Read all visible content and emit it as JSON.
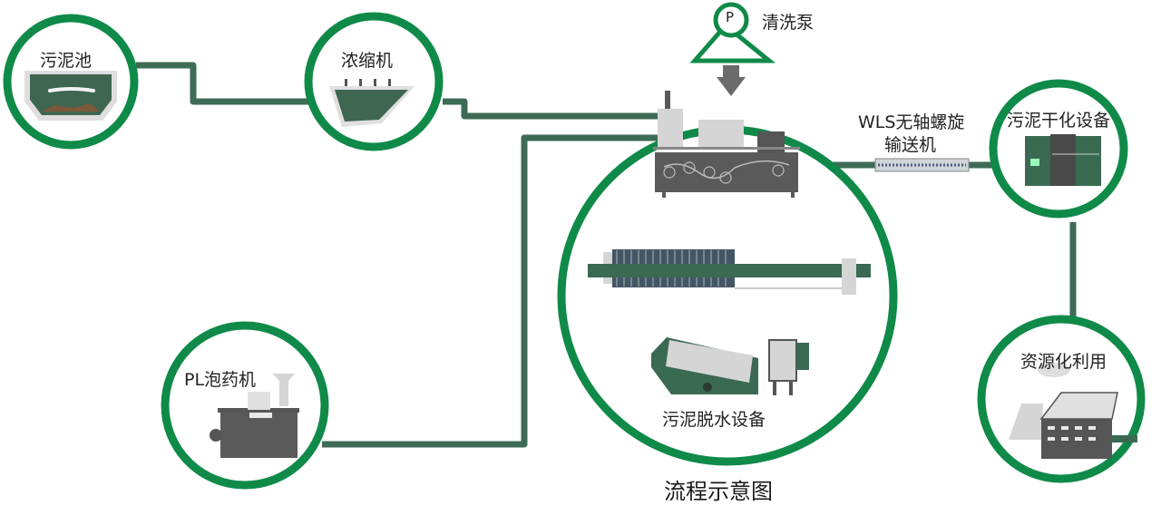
{
  "title": "流程示意图",
  "colors": {
    "ring": "#0f8a48",
    "pipe": "#3e6b55",
    "machine": "#5a5a5a",
    "light": "#d8d8d8",
    "dark_green": "#3a6a52"
  },
  "nodes": {
    "sludge_tank": {
      "label": "污泥池",
      "icon": "sludge-tank-icon"
    },
    "thickener": {
      "label": "浓缩机",
      "icon": "thickener-icon"
    },
    "wash_pump": {
      "label": "清洗泵",
      "symbol": "P",
      "icon": "pump-icon"
    },
    "conveyor": {
      "label_line1": "WLS无轴螺旋",
      "label_line2": "输送机",
      "icon": "screw-conveyor-icon"
    },
    "dryer": {
      "label": "污泥干化设备",
      "icon": "dryer-icon"
    },
    "reuse": {
      "label": "资源化利用",
      "icon": "factory-icon"
    },
    "dosing": {
      "label": "PL泡药机",
      "icon": "dosing-machine-icon"
    },
    "dewatering": {
      "label": "污泥脱水设备",
      "icon": "dewatering-equipment-icon"
    }
  }
}
